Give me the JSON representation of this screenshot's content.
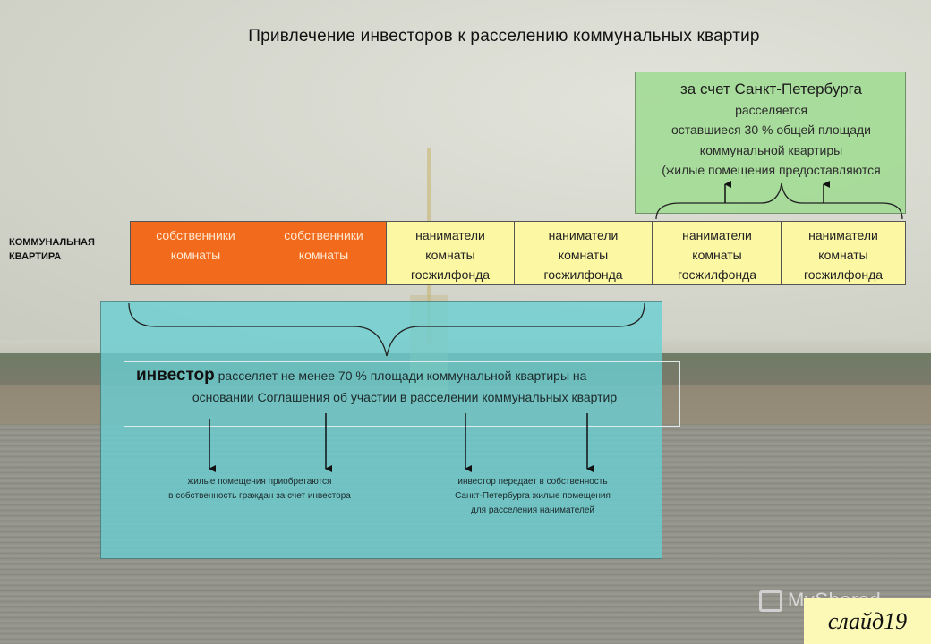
{
  "title": "Привлечение инвесторов к расселению коммунальных квартир",
  "spb_box": {
    "heading": "за счет Санкт-Петербурга",
    "lines": [
      "расселяется",
      "оставшиеся 30 % общей площади",
      "коммунальной квартиры",
      "(жилые помещения предоставляются"
    ]
  },
  "apartment_label": [
    "КОММУНАЛЬНАЯ",
    "КВАРТИРА"
  ],
  "rooms": [
    {
      "line1": "собственники",
      "line2": "комнаты",
      "line3": ""
    },
    {
      "line1": "собственники",
      "line2": "комнаты",
      "line3": ""
    },
    {
      "line1": "наниматели",
      "line2": "комнаты",
      "line3": "госжилфонда"
    },
    {
      "line1": "наниматели",
      "line2": "комнаты",
      "line3": "госжилфонда"
    },
    {
      "line1": "наниматели",
      "line2": "комнаты",
      "line3": "госжилфонда"
    },
    {
      "line1": "наниматели",
      "line2": "комнаты",
      "line3": "госжилфонда"
    }
  ],
  "investor": {
    "lead": "инвестор",
    "text1": " расселяет не менее 70 %  площади коммунальной квартиры  на",
    "text2": "основании Соглашения об участии в расселении коммунальных квартир"
  },
  "notes": {
    "left": [
      "жилые помещения приобретаются",
      "в собственность граждан за счет инвестора"
    ],
    "right": [
      "инвестор передает в собственность",
      "Санкт-Петербурга жилые помещения",
      "для расселения нанимателей"
    ]
  },
  "watermark": "MyShared",
  "slide_label": "слайд19",
  "colors": {
    "owner_cell": "#f26b1d",
    "tenant_cell": "#fbf7a2",
    "spb_box": "#a6dc99",
    "investor_box": "#69d0d4"
  }
}
